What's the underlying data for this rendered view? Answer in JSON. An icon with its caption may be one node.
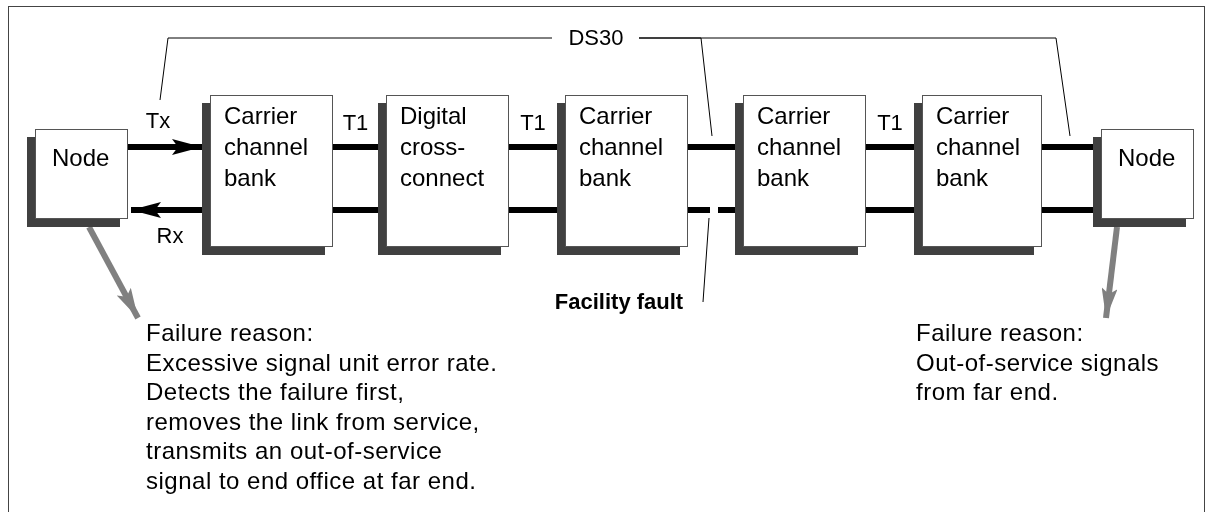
{
  "diagram": {
    "nodes": [
      {
        "text": [
          "Node"
        ]
      },
      {
        "text": [
          "Carrier channel bank"
        ]
      },
      {
        "text": [
          "Digital cross-connect"
        ]
      },
      {
        "text": [
          "Carrier channel bank"
        ]
      },
      {
        "text": [
          "Carrier channel bank"
        ]
      },
      {
        "text": [
          "Carrier channel bank"
        ]
      },
      {
        "text": [
          "Node"
        ]
      },
      {
        "text": [
          "DS30"
        ]
      },
      {
        "text": [
          "Facility fault"
        ]
      },
      {
        "text": [
          "Failure reason:",
          "Excessive signal unit error rate. Detects the failure first, removes the link from service, transmits an out-of-service signal to end office at far end."
        ]
      },
      {
        "text": [
          "Failure reason:",
          "Out-of-service signals from far end."
        ]
      }
    ],
    "edges": [
      {
        "from": 0,
        "to": 1,
        "arrow": "to",
        "label": "Tx"
      },
      {
        "from": 1,
        "to": 0,
        "arrow": "to",
        "label": "Rx"
      },
      {
        "from": 1,
        "to": 2,
        "arrow": "none",
        "label": "T1"
      },
      {
        "from": 1,
        "to": 2,
        "arrow": "none"
      },
      {
        "from": 2,
        "to": 3,
        "arrow": "none",
        "label": "T1"
      },
      {
        "from": 2,
        "to": 3,
        "arrow": "none"
      },
      {
        "from": 3,
        "to": 4,
        "arrow": "none"
      },
      {
        "from": 3,
        "to": 4,
        "arrow": "none",
        "style": "dashed"
      },
      {
        "from": 4,
        "to": 5,
        "arrow": "none",
        "label": "T1"
      },
      {
        "from": 4,
        "to": 5,
        "arrow": "none"
      },
      {
        "from": 5,
        "to": 6,
        "arrow": "none"
      },
      {
        "from": 5,
        "to": 6,
        "arrow": "none"
      },
      {
        "from": 7,
        "to": null,
        "arrow": "none"
      },
      {
        "from": 7,
        "to": null,
        "arrow": "none"
      },
      {
        "from": 7,
        "to": null,
        "arrow": "none"
      },
      {
        "from": 8,
        "to": null,
        "arrow": "none"
      },
      {
        "from": 0,
        "to": 9,
        "arrow": "to",
        "color": "#808080"
      },
      {
        "from": 6,
        "to": 10,
        "arrow": "to",
        "color": "#808080"
      }
    ]
  }
}
